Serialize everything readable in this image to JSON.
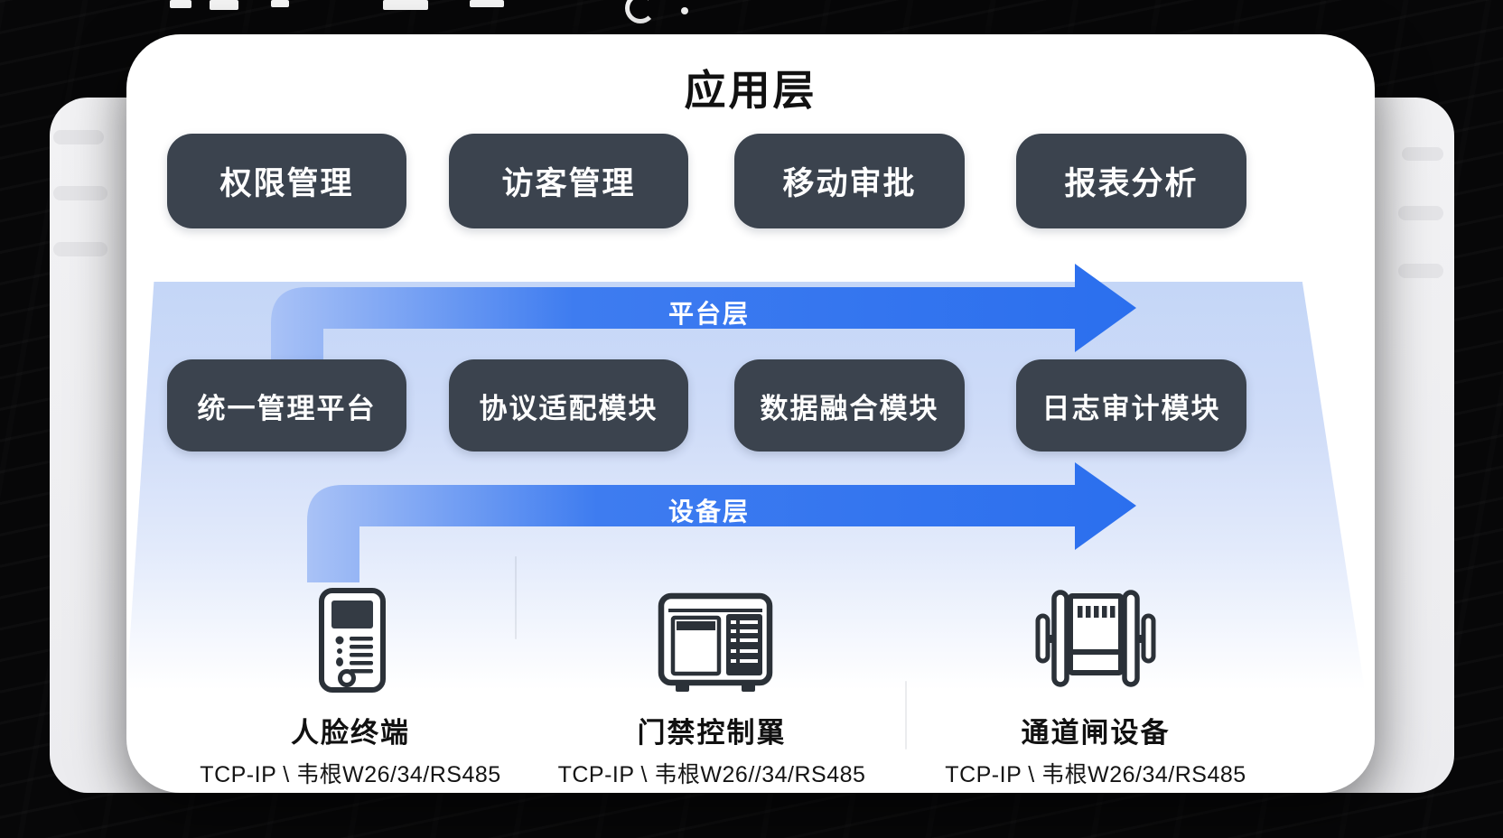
{
  "colors": {
    "background": "#070708",
    "card": "#ffffff",
    "module_box": "#3b434e",
    "module_text": "#ffffff",
    "arrow_blue": "#2e73ef",
    "arrow_blue_light": "#a9c2f6",
    "zone_blue_top": "#c4d6f7",
    "heading_text": "#111111"
  },
  "application_layer": {
    "title": "应用层",
    "modules": [
      "权限管理",
      "访客管理",
      "移动审批",
      "报表分析"
    ]
  },
  "platform_layer": {
    "arrow_label": "平台层",
    "modules": [
      "统一管理平台",
      "协议适配模块",
      "数据融合模块",
      "日志审计模块"
    ]
  },
  "device_layer": {
    "arrow_label": "设备层",
    "devices": [
      {
        "icon": "face-terminal-icon",
        "name": "人脸终端",
        "protocol": "TCP-IP \\ 韦根W26/34/RS485"
      },
      {
        "icon": "access-controller-icon",
        "name": "门禁控制罺",
        "protocol": "TCP-IP \\ 韦根W26//34/RS485"
      },
      {
        "icon": "turnstile-gate-icon",
        "name": "通道闸设备",
        "protocol": "TCP-IP \\ 韦根W26/34/RS485"
      }
    ]
  }
}
